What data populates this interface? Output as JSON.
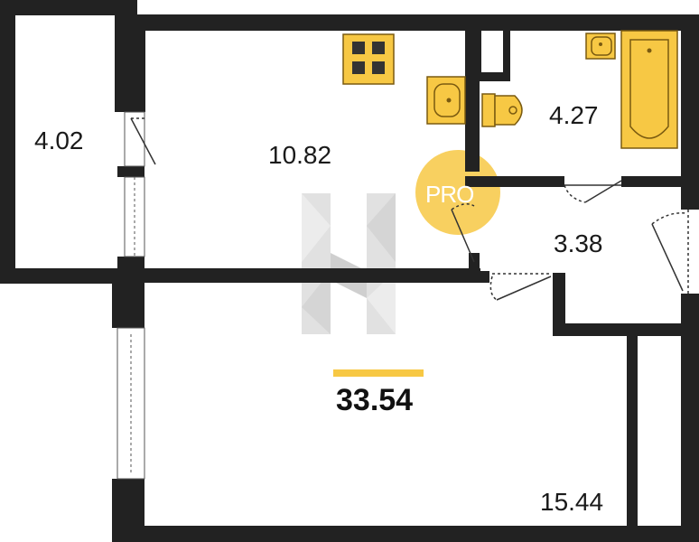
{
  "rooms": [
    {
      "id": "balcony",
      "area": "4.02"
    },
    {
      "id": "kitchen",
      "area": "10.82"
    },
    {
      "id": "bathroom",
      "area": "4.27"
    },
    {
      "id": "hall",
      "area": "3.38"
    },
    {
      "id": "bedroom",
      "area": "15.44"
    }
  ],
  "total_area": "33.54",
  "badge": {
    "text": "PRO"
  },
  "colors": {
    "wall": "#222222",
    "fixture": "#f7c844",
    "fixture_stroke": "#7a5a10",
    "badge": "#f7c844",
    "logo": "#bdbdbd"
  }
}
